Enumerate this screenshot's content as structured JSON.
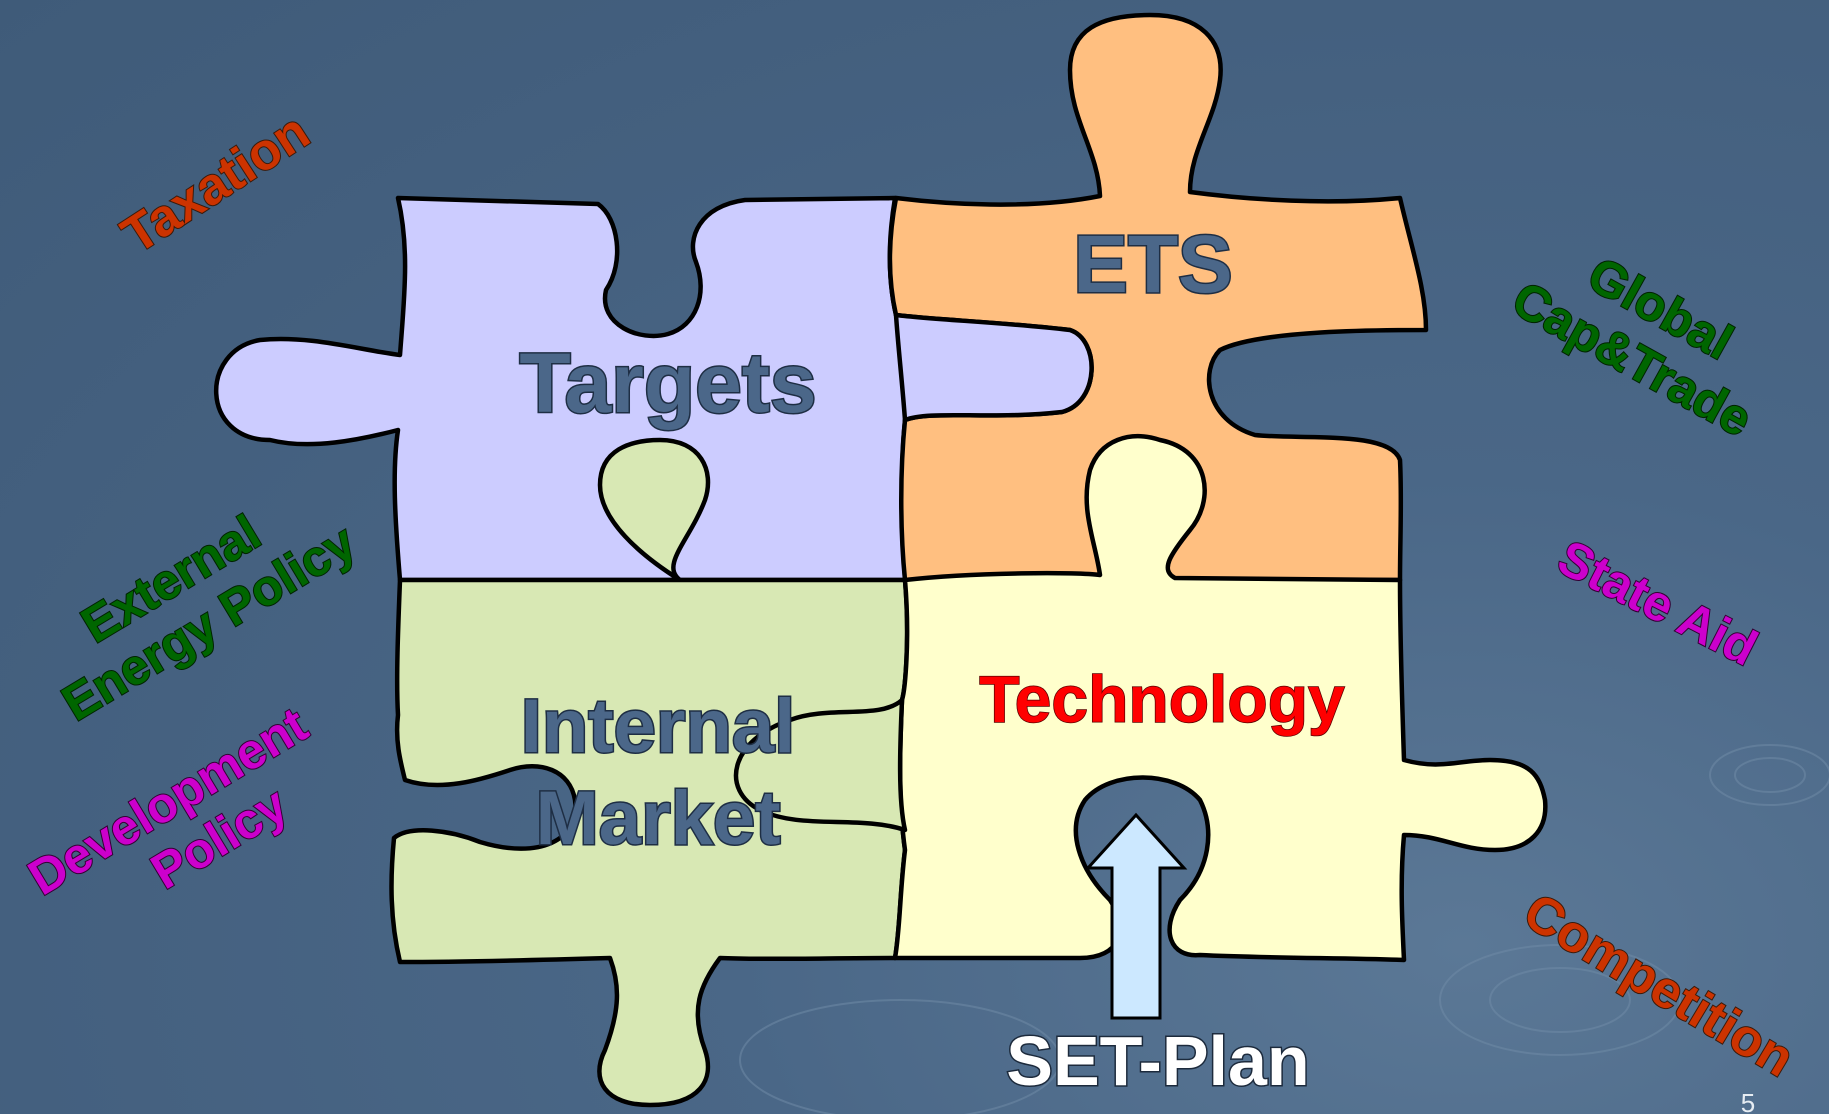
{
  "slide": {
    "page_number": "5",
    "colors": {
      "background": "#46627f",
      "piece_targets": "#ccccff",
      "piece_ets": "#ffbf80",
      "piece_internal_market": "#d8e8b4",
      "piece_technology": "#ffffcc",
      "arrow": "#cce8ff",
      "label_main": "#4b6789",
      "technology_label": "#ff0000",
      "red_orange": "#cc3300",
      "green": "#006600",
      "magenta": "#cc00cc"
    }
  },
  "puzzle": {
    "targets": "Targets",
    "ets": "ETS",
    "internal_market_line1": "Internal",
    "internal_market_line2": "Market",
    "technology": "Technology"
  },
  "arrow": {
    "label": "SET-Plan"
  },
  "side_labels": {
    "taxation": "Taxation",
    "global_line1": "Global",
    "global_line2": "Cap&Trade",
    "external_line1": "External",
    "external_line2": "Energy Policy",
    "state_aid": "State Aid",
    "development_line1": "Development",
    "development_line2": "Policy",
    "competition": "Competition"
  }
}
